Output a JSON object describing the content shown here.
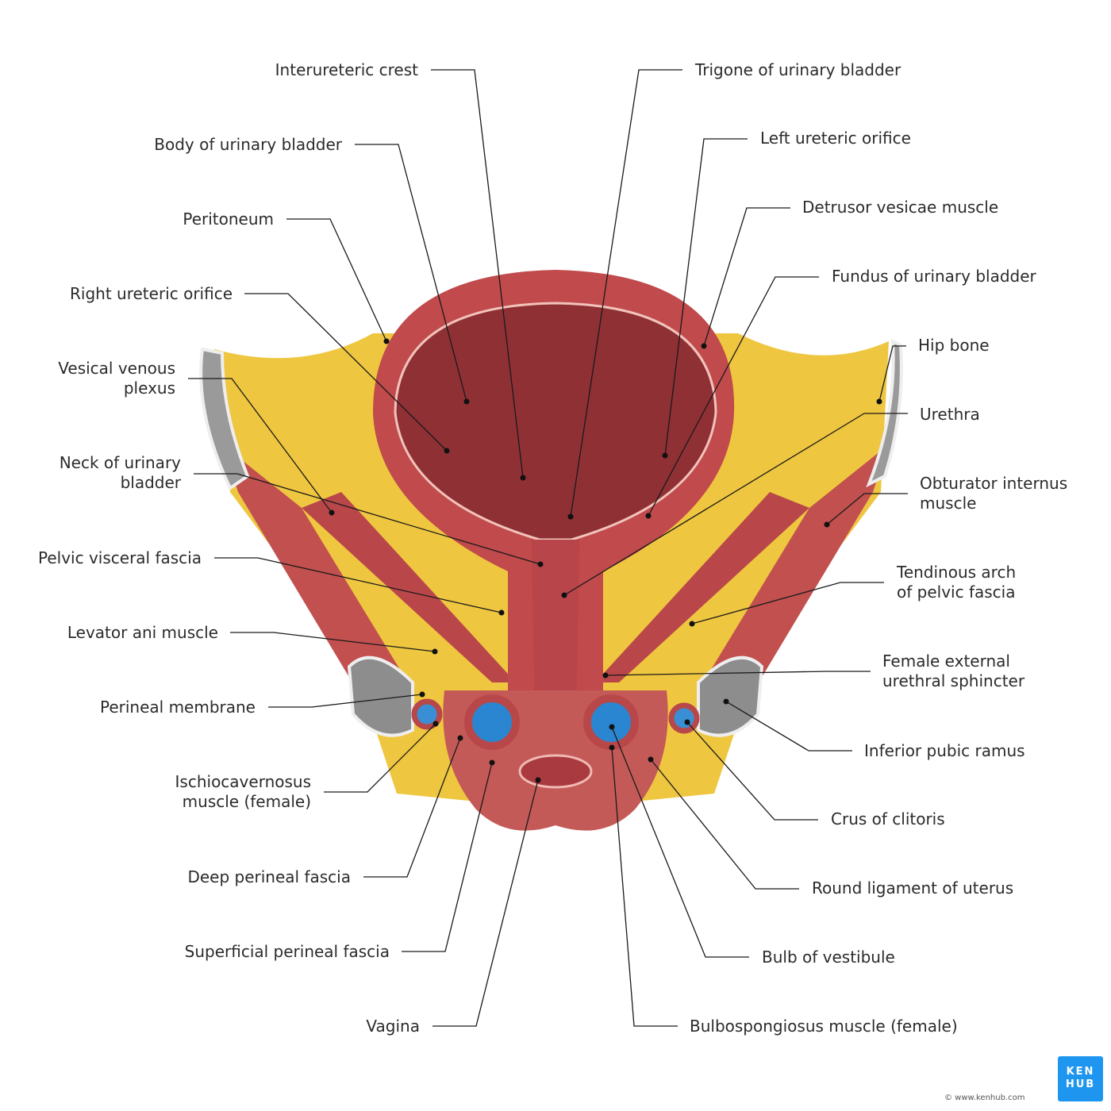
{
  "labels": {
    "interureteric_crest": "Interureteric crest",
    "body_of_bladder": "Body of urinary bladder",
    "peritoneum": "Peritoneum",
    "right_ureteric_orifice": "Right ureteric orifice",
    "vesical_venous_plexus": [
      "Vesical venous",
      "plexus"
    ],
    "neck_of_bladder": [
      "Neck of urinary",
      "bladder"
    ],
    "pelvic_visceral_fascia": "Pelvic visceral fascia",
    "levator_ani": "Levator ani muscle",
    "perineal_membrane": "Perineal membrane",
    "ischiocavernosus": [
      "Ischiocavernosus",
      "muscle (female)"
    ],
    "deep_perineal_fascia": "Deep perineal fascia",
    "superficial_perineal_fascia": "Superficial perineal fascia",
    "vagina": "Vagina",
    "trigone": "Trigone of urinary bladder",
    "left_ureteric_orifice": "Left ureteric orifice",
    "detrusor": "Detrusor vesicae muscle",
    "fundus": "Fundus of urinary bladder",
    "hip_bone": "Hip bone",
    "urethra": "Urethra",
    "obturator_internus": [
      "Obturator internus",
      "muscle"
    ],
    "tendinous_arch": [
      "Tendinous arch",
      "of pelvic fascia"
    ],
    "external_urethral_sphincter": [
      "Female external",
      "urethral sphincter"
    ],
    "inferior_pubic_ramus": "Inferior pubic ramus",
    "crus_of_clitoris": "Crus of clitoris",
    "round_ligament": "Round ligament of uterus",
    "bulb_of_vestibule": "Bulb of vestibule",
    "bulbospongiosus": "Bulbospongiosus muscle (female)"
  },
  "logo": {
    "line1": "KEN",
    "line2": "HUB"
  },
  "copyright": "© www.kenhub.com",
  "watermark": "www.kenhub.com",
  "colors": {
    "muscle": "#b8474a",
    "bladder_inner": "#8e2f33",
    "fat": "#f0c63c",
    "vein": "#2a8fd6",
    "bone": "#8f8f8f",
    "brand": "#1e96f0"
  }
}
